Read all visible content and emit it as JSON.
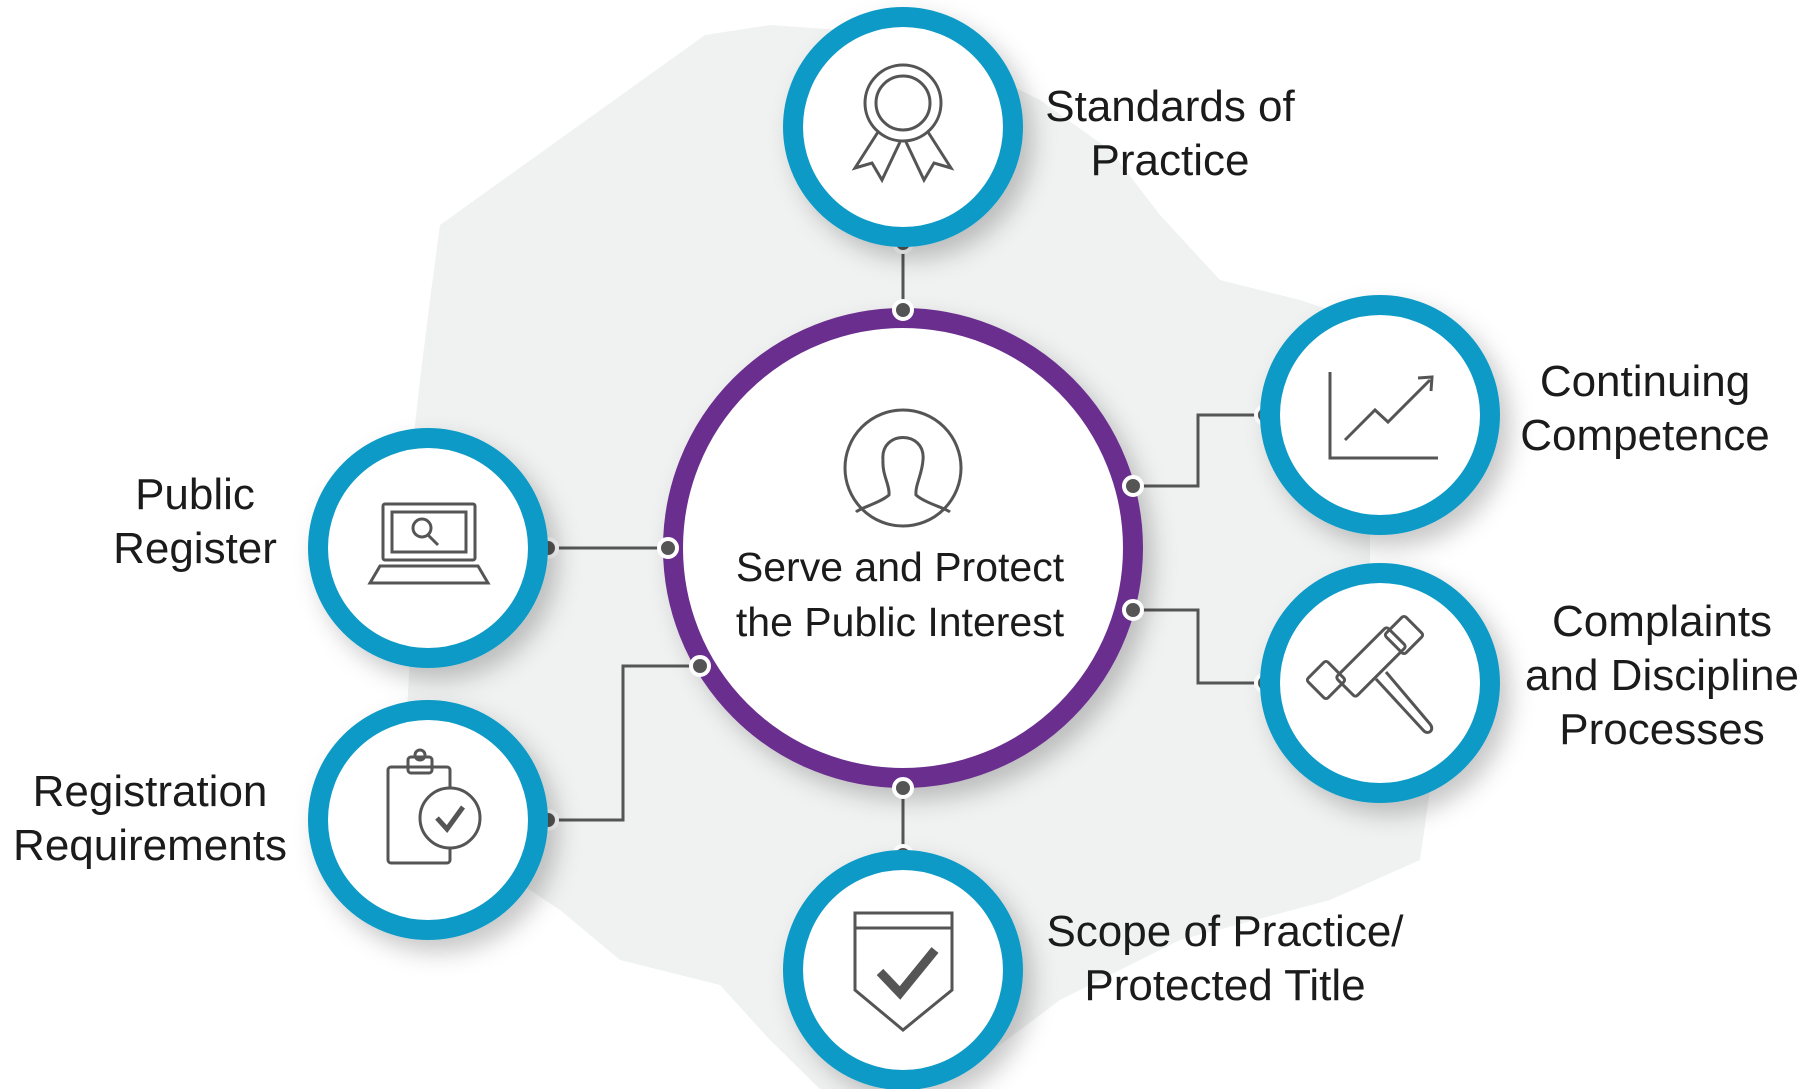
{
  "colors": {
    "node_ring": "#0a9ac6",
    "center_ring": "#6a2e8e",
    "connector": "#555555",
    "icon_stroke": "#555555",
    "map_fill": "#f0f1f1"
  },
  "center": {
    "icon": "person-icon",
    "line1": "Serve and Protect",
    "line2": "the Public Interest"
  },
  "nodes": {
    "standards": {
      "icon": "award-ribbon-icon",
      "line1": "Standards of",
      "line2": "Practice"
    },
    "competence": {
      "icon": "growth-chart-icon",
      "line1": "Continuing",
      "line2": "Competence"
    },
    "complaints": {
      "icon": "gavel-icon",
      "line1": "Complaints",
      "line2": "and Discipline",
      "line3": "Processes"
    },
    "scope": {
      "icon": "shield-check-icon",
      "line1": "Scope of Practice/",
      "line2": "Protected Title"
    },
    "registration": {
      "icon": "clipboard-check-icon",
      "line1": "Registration",
      "line2": "Requirements"
    },
    "register": {
      "icon": "laptop-search-icon",
      "line1": "Public",
      "line2": "Register"
    }
  }
}
